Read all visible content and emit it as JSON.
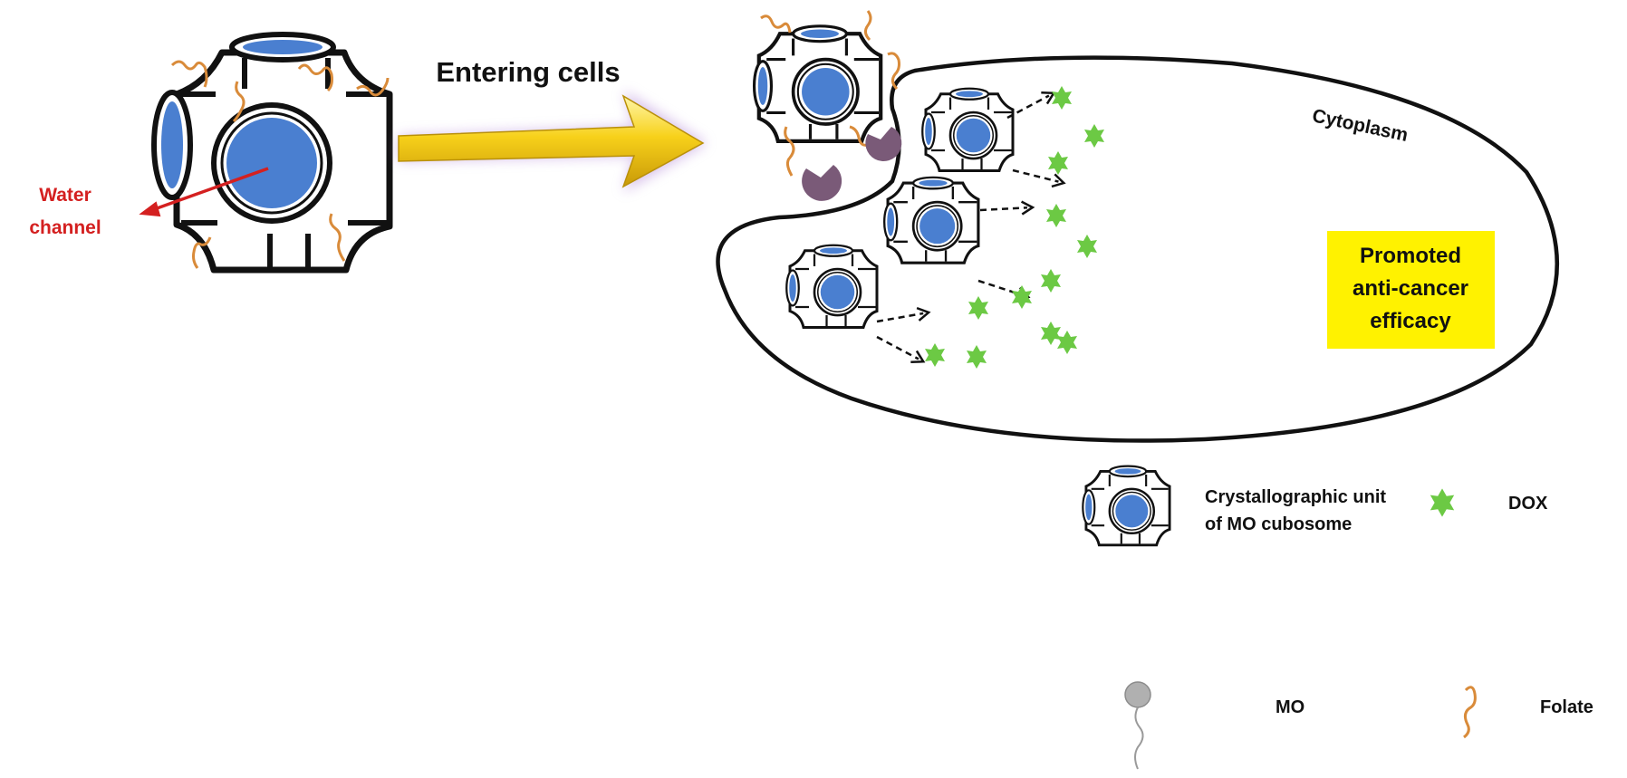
{
  "labels": {
    "water_channel_line1": "Water",
    "water_channel_line2": "channel",
    "entering_cells": "Entering cells",
    "cytoplasm": "Cytoplasm",
    "efficacy_line1": "Promoted",
    "efficacy_line2": "anti-cancer",
    "efficacy_line3": "efficacy"
  },
  "legend": {
    "cubosome_line1": "Crystallographic unit",
    "cubosome_line2": "of MO cubosome",
    "dox": "DOX",
    "mo": "MO",
    "folate": "Folate"
  },
  "colors": {
    "channel_blue": "#4a7fd0",
    "folate_orange": "#d98b3a",
    "dox_green": "#6cc944",
    "arrow_red": "#d42020",
    "highlight_yellow": "#fff200",
    "receptor_purple": "#7a5a78",
    "arrow_gold": "#f2c60a"
  },
  "icons": [
    "cubosome-unit-icon",
    "dox-star-icon",
    "folate-chain-icon",
    "mo-lipid-icon",
    "folate-receptor-icon"
  ]
}
